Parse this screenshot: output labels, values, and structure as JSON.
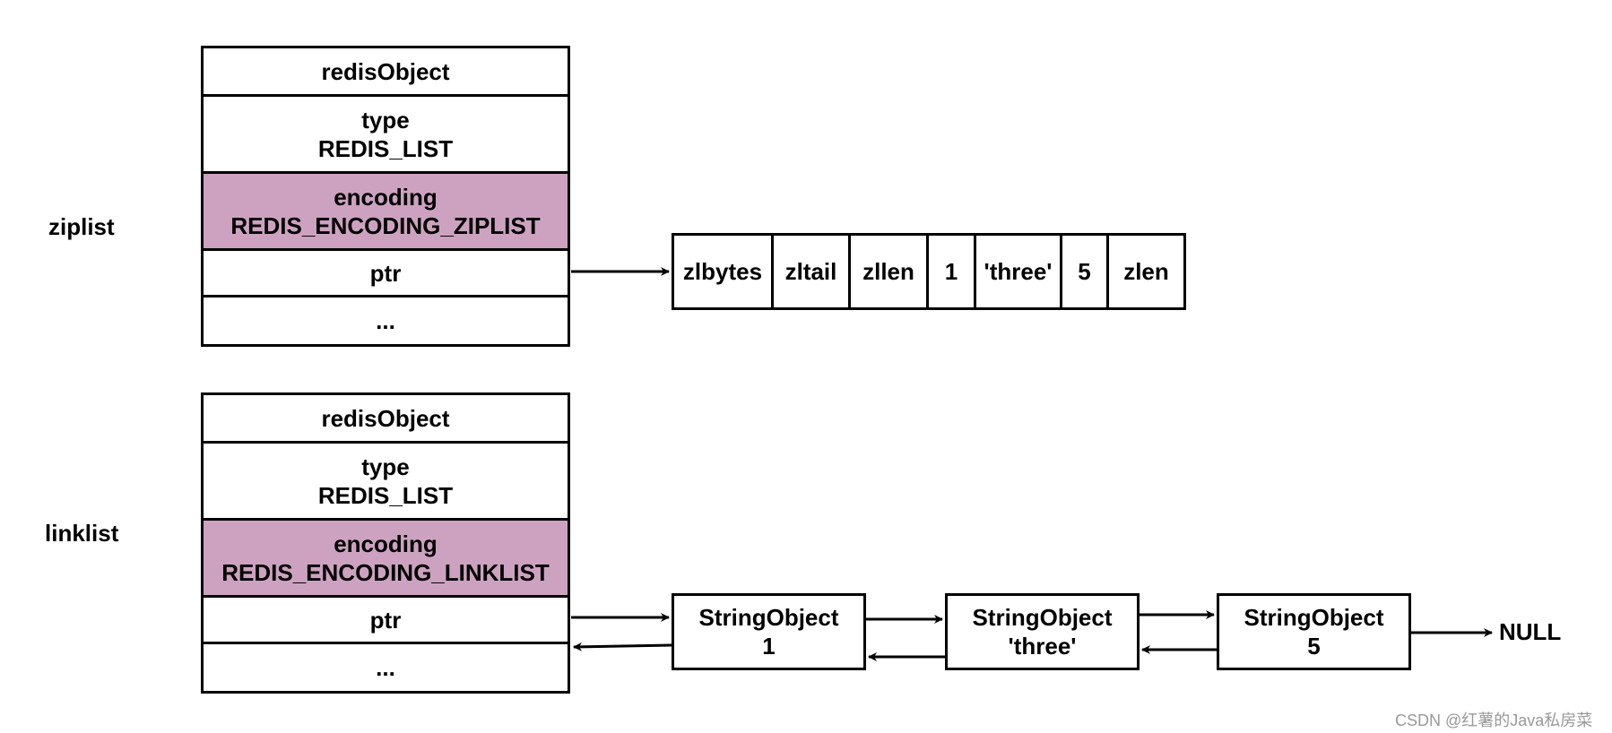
{
  "ziplist_section": {
    "label": "ziplist",
    "object": {
      "header": "redisObject",
      "type_line1": "type",
      "type_line2": "REDIS_LIST",
      "encoding_line1": "encoding",
      "encoding_line2": "REDIS_ENCODING_ZIPLIST",
      "ptr": "ptr",
      "more": "..."
    },
    "ziplist_cells": [
      "zlbytes",
      "zltail",
      "zllen",
      "1",
      "'three'",
      "5",
      "zlen"
    ]
  },
  "linklist_section": {
    "label": "linklist",
    "object": {
      "header": "redisObject",
      "type_line1": "type",
      "type_line2": "REDIS_LIST",
      "encoding_line1": "encoding",
      "encoding_line2": "REDIS_ENCODING_LINKLIST",
      "ptr": "ptr",
      "more": "..."
    },
    "nodes": [
      {
        "title": "StringObject",
        "value": "1"
      },
      {
        "title": "StringObject",
        "value": "'three'"
      },
      {
        "title": "StringObject",
        "value": "5"
      }
    ],
    "terminator": "NULL"
  },
  "colors": {
    "encoding_fill": "#cda2c0",
    "stroke": "#000000",
    "watermark": "#999999"
  },
  "watermark": "CSDN @红薯的Java私房菜"
}
